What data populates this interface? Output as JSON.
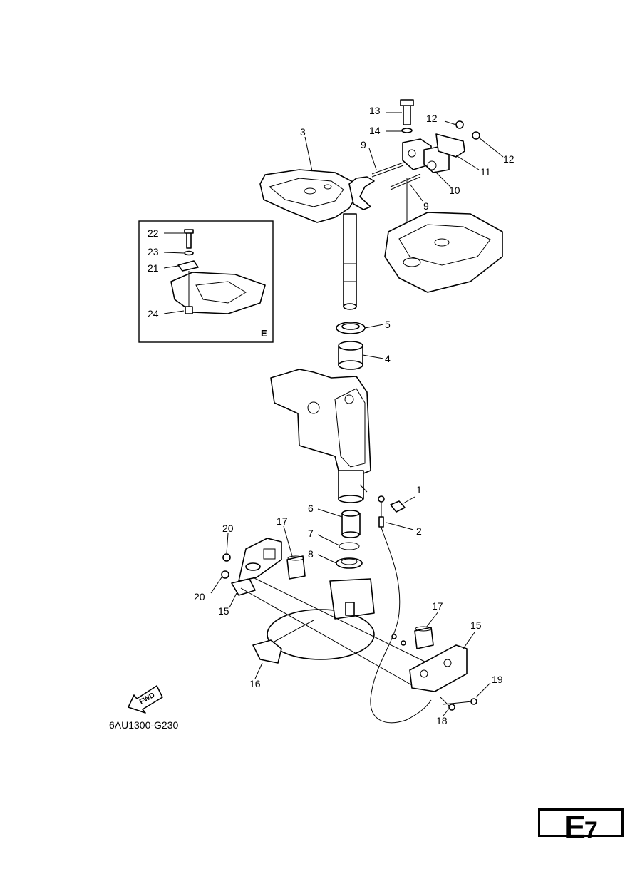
{
  "diagram": {
    "parts": [
      {
        "id": "p1",
        "label": "1"
      },
      {
        "id": "p2",
        "label": "2"
      },
      {
        "id": "p3",
        "label": "3"
      },
      {
        "id": "p4",
        "label": "4"
      },
      {
        "id": "p5",
        "label": "5"
      },
      {
        "id": "p6",
        "label": "6"
      },
      {
        "id": "p7",
        "label": "7"
      },
      {
        "id": "p8",
        "label": "8"
      },
      {
        "id": "p9a",
        "label": "9"
      },
      {
        "id": "p9b",
        "label": "9"
      },
      {
        "id": "p10",
        "label": "10"
      },
      {
        "id": "p11",
        "label": "11"
      },
      {
        "id": "p12a",
        "label": "12"
      },
      {
        "id": "p12b",
        "label": "12"
      },
      {
        "id": "p13",
        "label": "13"
      },
      {
        "id": "p14",
        "label": "14"
      },
      {
        "id": "p15a",
        "label": "15"
      },
      {
        "id": "p15b",
        "label": "15"
      },
      {
        "id": "p16",
        "label": "16"
      },
      {
        "id": "p17a",
        "label": "17"
      },
      {
        "id": "p17b",
        "label": "17"
      },
      {
        "id": "p18",
        "label": "18"
      },
      {
        "id": "p19",
        "label": "19"
      },
      {
        "id": "p20a",
        "label": "20"
      },
      {
        "id": "p20b",
        "label": "20"
      },
      {
        "id": "p21",
        "label": "21"
      },
      {
        "id": "p22",
        "label": "22"
      },
      {
        "id": "p23",
        "label": "23"
      },
      {
        "id": "p24",
        "label": "24"
      }
    ],
    "inset_label": "E",
    "fwd_text": "FWD",
    "drawing_code": "6AU1300-G230"
  },
  "section": {
    "letter": "E",
    "number": "7"
  }
}
